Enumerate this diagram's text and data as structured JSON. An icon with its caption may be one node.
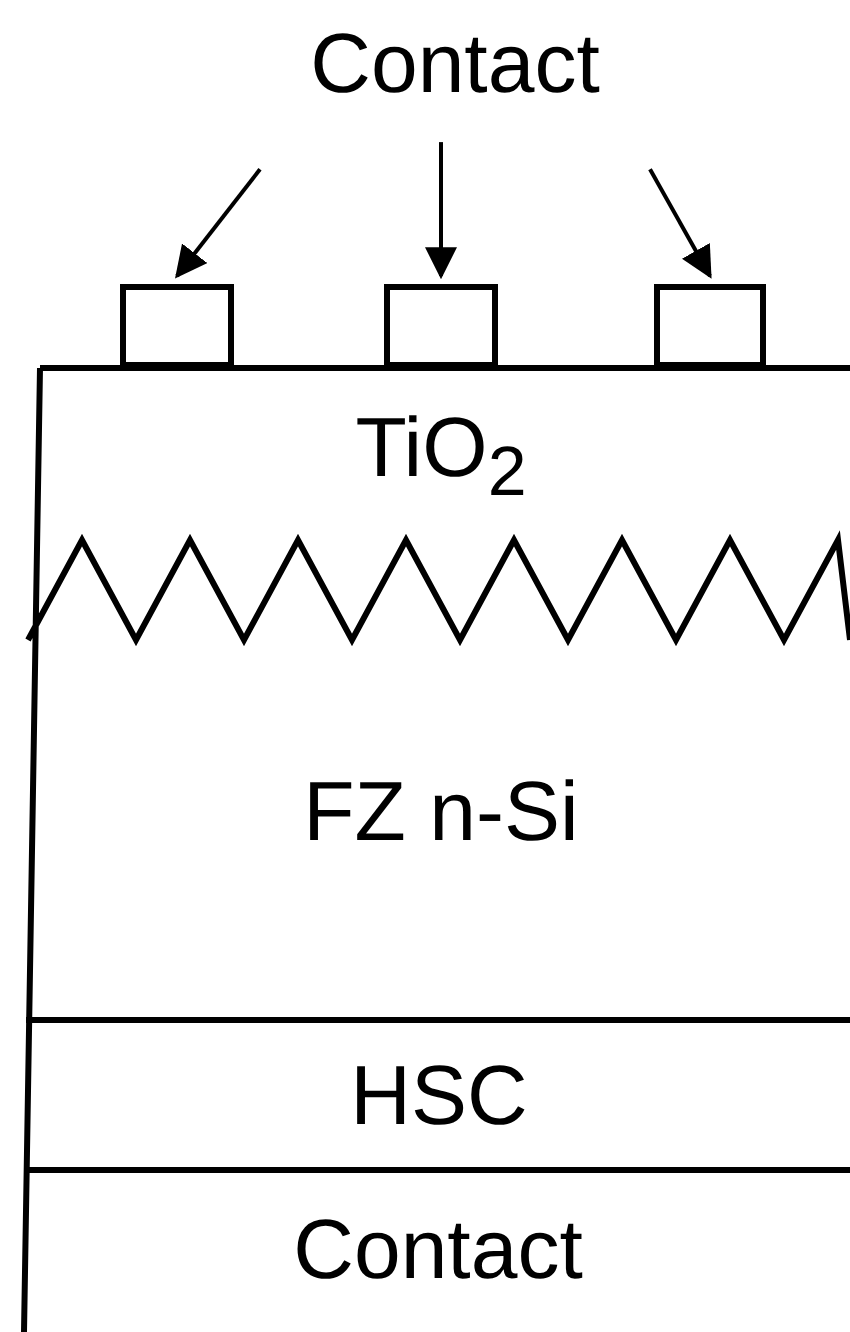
{
  "diagram": {
    "nodes": [
      {
        "text": [
          "Contact"
        ]
      },
      {
        "text": [],
        "shape": "box"
      },
      {
        "text": [],
        "shape": "box"
      },
      {
        "text": [],
        "shape": "box"
      },
      {
        "text": [
          "TiO$_{2}$"
        ]
      },
      {
        "text": [
          "FZ n-Si"
        ]
      },
      {
        "text": [
          "HSC"
        ]
      },
      {
        "text": [
          "Contact"
        ]
      }
    ],
    "edges": [
      {
        "from": 0,
        "to": 1,
        "arrow": "to"
      },
      {
        "from": 0,
        "to": 2,
        "arrow": "to"
      },
      {
        "from": 0,
        "to": 3,
        "arrow": "to"
      }
    ]
  }
}
